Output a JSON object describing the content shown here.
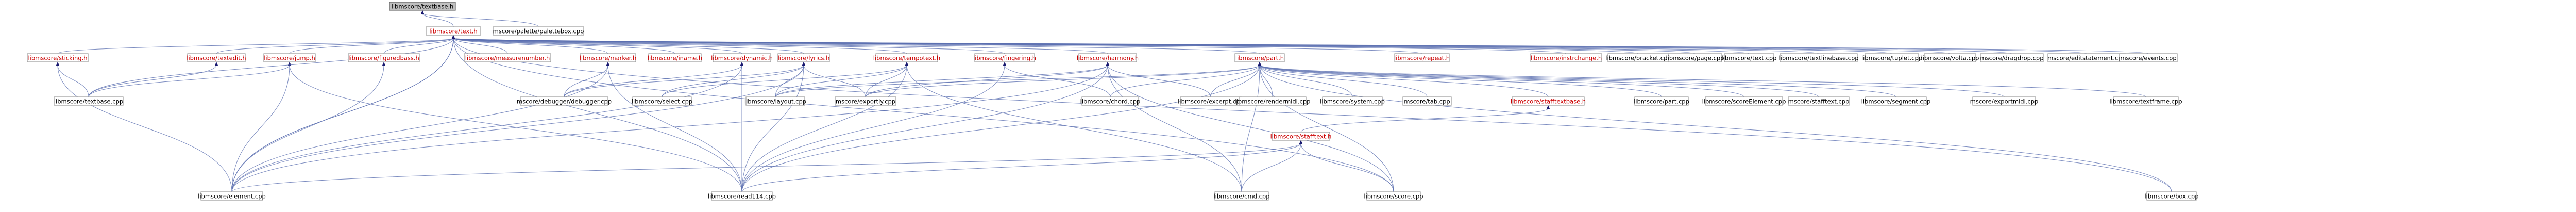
{
  "diagram": {
    "root": {
      "id": "textbase_h",
      "label": "libmscore/textbase.h",
      "color": "black",
      "root": true
    },
    "nodes": [
      {
        "id": "text_h",
        "label": "libmscore/text.h",
        "color": "red"
      },
      {
        "id": "palettebox_cpp",
        "label": "mscore/palette/palettebox.cpp",
        "color": "black"
      },
      {
        "id": "sticking_h",
        "label": "libmscore/sticking.h",
        "color": "red"
      },
      {
        "id": "textedit_h",
        "label": "libmscore/textedit.h",
        "color": "red"
      },
      {
        "id": "jump_h",
        "label": "libmscore/jump.h",
        "color": "red"
      },
      {
        "id": "figuredbass_h",
        "label": "libmscore/figuredbass.h",
        "color": "red"
      },
      {
        "id": "measurenumber_h",
        "label": "libmscore/measurenumber.h",
        "color": "red"
      },
      {
        "id": "marker_h",
        "label": "libmscore/marker.h",
        "color": "red"
      },
      {
        "id": "iname_h",
        "label": "libmscore/iname.h",
        "color": "red"
      },
      {
        "id": "dynamic_h",
        "label": "libmscore/dynamic.h",
        "color": "red"
      },
      {
        "id": "lyrics_h",
        "label": "libmscore/lyrics.h",
        "color": "red"
      },
      {
        "id": "tempotext_h",
        "label": "libmscore/tempotext.h",
        "color": "red"
      },
      {
        "id": "fingering_h",
        "label": "libmscore/fingering.h",
        "color": "red"
      },
      {
        "id": "harmony_h",
        "label": "libmscore/harmony.h",
        "color": "red"
      },
      {
        "id": "part_h",
        "label": "libmscore/part.h",
        "color": "red"
      },
      {
        "id": "repeat_h",
        "label": "libmscore/repeat.h",
        "color": "red"
      },
      {
        "id": "instrchange_h",
        "label": "libmscore/instrchange.h",
        "color": "red"
      },
      {
        "id": "bracket_cpp",
        "label": "libmscore/bracket.cpp",
        "color": "black"
      },
      {
        "id": "page_cpp",
        "label": "libmscore/page.cpp",
        "color": "black"
      },
      {
        "id": "text_cpp",
        "label": "libmscore/text.cpp",
        "color": "black"
      },
      {
        "id": "textlinebase_cpp",
        "label": "libmscore/textlinebase.cpp",
        "color": "black"
      },
      {
        "id": "tuplet_cpp",
        "label": "libmscore/tuplet.cpp",
        "color": "black"
      },
      {
        "id": "volta_cpp",
        "label": "libmscore/volta.cpp",
        "color": "black"
      },
      {
        "id": "dragdrop_cpp",
        "label": "mscore/dragdrop.cpp",
        "color": "black"
      },
      {
        "id": "editstatement_cpp",
        "label": "mscore/editstatement.cpp",
        "color": "black"
      },
      {
        "id": "events_cpp",
        "label": "mscore/events.cpp",
        "color": "black"
      },
      {
        "id": "textbase_cpp",
        "label": "libmscore/textbase.cpp",
        "color": "black"
      },
      {
        "id": "debugger_cpp",
        "label": "mscore/debugger/debugger.cpp",
        "color": "black"
      },
      {
        "id": "select_cpp",
        "label": "libmscore/select.cpp",
        "color": "black"
      },
      {
        "id": "layout_cpp",
        "label": "libmscore/layout.cpp",
        "color": "black"
      },
      {
        "id": "exportly_cpp",
        "label": "mscore/exportly.cpp",
        "color": "black"
      },
      {
        "id": "chord_cpp",
        "label": "libmscore/chord.cpp",
        "color": "black"
      },
      {
        "id": "excerpt_cpp",
        "label": "libmscore/excerpt.cpp",
        "color": "black"
      },
      {
        "id": "rendermidi_cpp",
        "label": "libmscore/rendermidi.cpp",
        "color": "black"
      },
      {
        "id": "system_cpp",
        "label": "libmscore/system.cpp",
        "color": "black"
      },
      {
        "id": "tab_cpp",
        "label": "mscore/tab.cpp",
        "color": "black"
      },
      {
        "id": "stafftextbase_h",
        "label": "libmscore/stafftextbase.h",
        "color": "red"
      },
      {
        "id": "part_cpp",
        "label": "libmscore/part.cpp",
        "color": "black"
      },
      {
        "id": "scoreElement_cpp",
        "label": "libmscore/scoreElement.cpp",
        "color": "black"
      },
      {
        "id": "stafftext_cpp",
        "label": "mscore/stafftext.cpp",
        "color": "black"
      },
      {
        "id": "segment_cpp",
        "label": "libmscore/segment.cpp",
        "color": "black"
      },
      {
        "id": "exportmidi_cpp",
        "label": "mscore/exportmidi.cpp",
        "color": "black"
      },
      {
        "id": "textframe_cpp",
        "label": "libmscore/textframe.cpp",
        "color": "black"
      },
      {
        "id": "stafftext_h",
        "label": "libmscore/stafftext.h",
        "color": "red"
      },
      {
        "id": "element_cpp",
        "label": "libmscore/element.cpp",
        "color": "black"
      },
      {
        "id": "read114_cpp",
        "label": "libmscore/read114.cpp",
        "color": "black"
      },
      {
        "id": "cmd_cpp",
        "label": "libmscore/cmd.cpp",
        "color": "black"
      },
      {
        "id": "score_cpp",
        "label": "libmscore/score.cpp",
        "color": "black"
      },
      {
        "id": "box_cpp",
        "label": "libmscore/box.cpp",
        "color": "black"
      }
    ]
  }
}
